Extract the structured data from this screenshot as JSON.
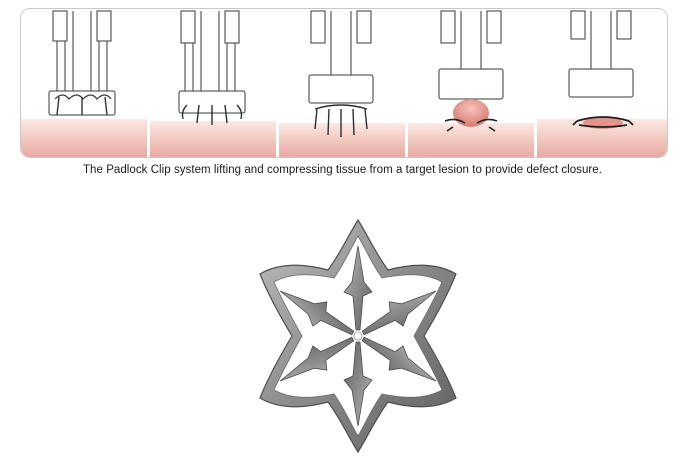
{
  "caption": "The Padlock Clip system lifting and compressing tissue from a target lesion to provide defect closure.",
  "colors": {
    "tissue_light": "#f7dcd6",
    "tissue_dark": "#e7a9a2",
    "lesion": "#e38f86",
    "device_line": "#3a3a3a",
    "clip_metal": "#8c8c8c",
    "border": "#c8c8c8"
  },
  "illustration": {
    "panel_count": 5,
    "steps": [
      "clip-on-cap",
      "prongs-deployed",
      "prongs-in-tissue",
      "tissue-lifted",
      "defect-closed"
    ]
  },
  "photo": {
    "subject": "six-pointed-star-clip",
    "prongs": 6
  }
}
